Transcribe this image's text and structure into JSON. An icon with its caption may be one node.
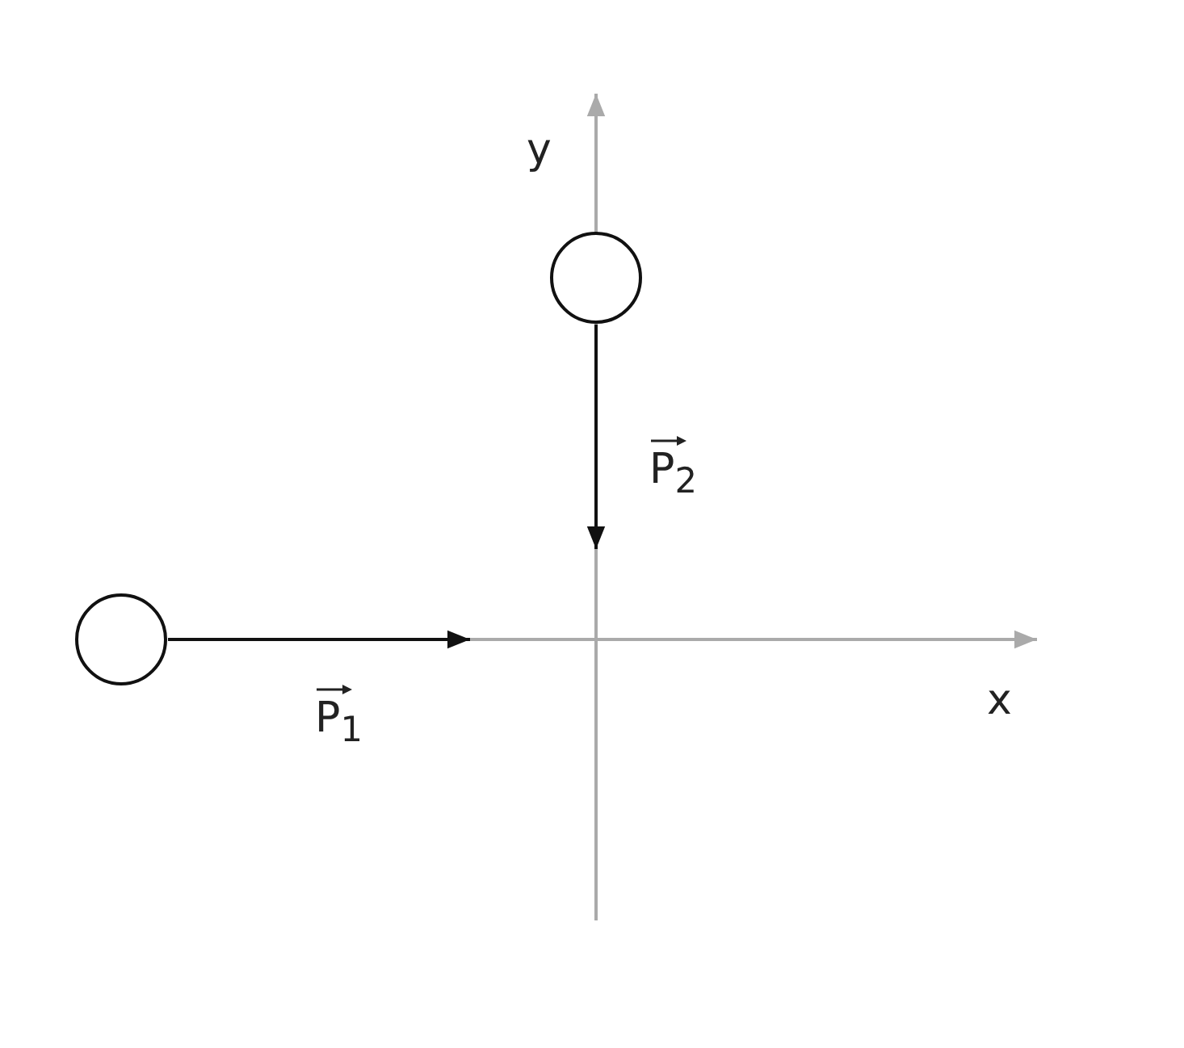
{
  "diagram": {
    "nodes": [
      {
        "text": [],
        "shape": "circle"
      },
      {
        "text": [],
        "shape": "circle"
      }
    ],
    "labels": [
      "y",
      "P$_{2}$",
      "x",
      "P$_{1}$"
    ]
  }
}
